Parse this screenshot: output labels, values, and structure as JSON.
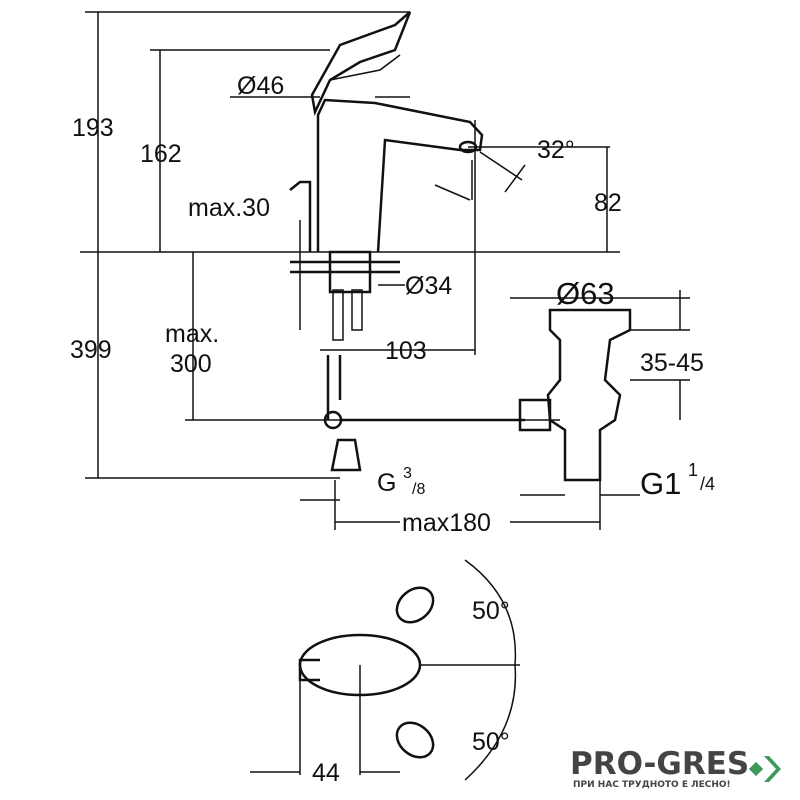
{
  "dimensions": {
    "total_height": "193",
    "lever_height": "162",
    "lever_diameter": "Ø46",
    "spout_angle": "32°",
    "spout_height": "82",
    "max_deck": "max.30",
    "hole_diameter": "Ø34",
    "waste_diameter": "Ø63",
    "below_deck": "399",
    "max_300_line1": "max.",
    "max_300_line2": "300",
    "spout_reach": "103",
    "waste_range": "35-45",
    "connection_g": "G",
    "connection_num": "3",
    "connection_den": "/8",
    "waste_thread": "G1",
    "waste_thread_num": "1",
    "waste_thread_den": "/4",
    "max_180": "max180",
    "rotation_top": "50°",
    "rotation_bottom": "50°",
    "lever_offset": "44"
  },
  "logo": {
    "name": "PRO-GRES",
    "tagline": "ПРИ НАС ТРУДНОТО Е ЛЕСНО!",
    "color": "#3f9a5a"
  }
}
